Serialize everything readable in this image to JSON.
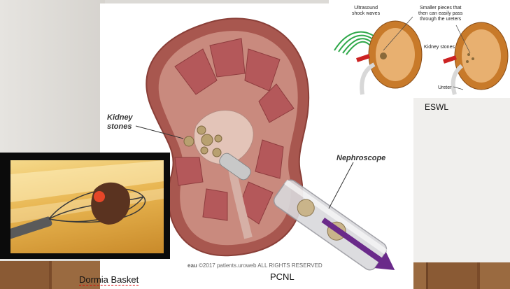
{
  "labels": {
    "kidney_stones": "Kidney\nstones",
    "nephroscope": "Nephroscope",
    "copyright": "©2017 patients.uroweb ALL RIGHTS RESERVED",
    "copyright_logo": "eau",
    "pcnl": "PCNL",
    "eswl": "ESWL",
    "dormia_basket": "Dormia Basket"
  },
  "eswl_diagram": {
    "ultrasound": "Ultrasound\nshock waves",
    "smaller_pieces": "Smaller pieces that\nthen can easily pass\nthrough the ureters",
    "kidney_stones": "Kidney stones",
    "ureter": "Ureter"
  },
  "colors": {
    "kidney_outer": "#a8574f",
    "kidney_inner": "#c98a7e",
    "calyx_muscle": "#b4585a",
    "stone": "#b8a070",
    "arrow": "#6a2a8a",
    "eswl_cortex": "#c87a2a",
    "shockwave": "#2fa84a"
  }
}
